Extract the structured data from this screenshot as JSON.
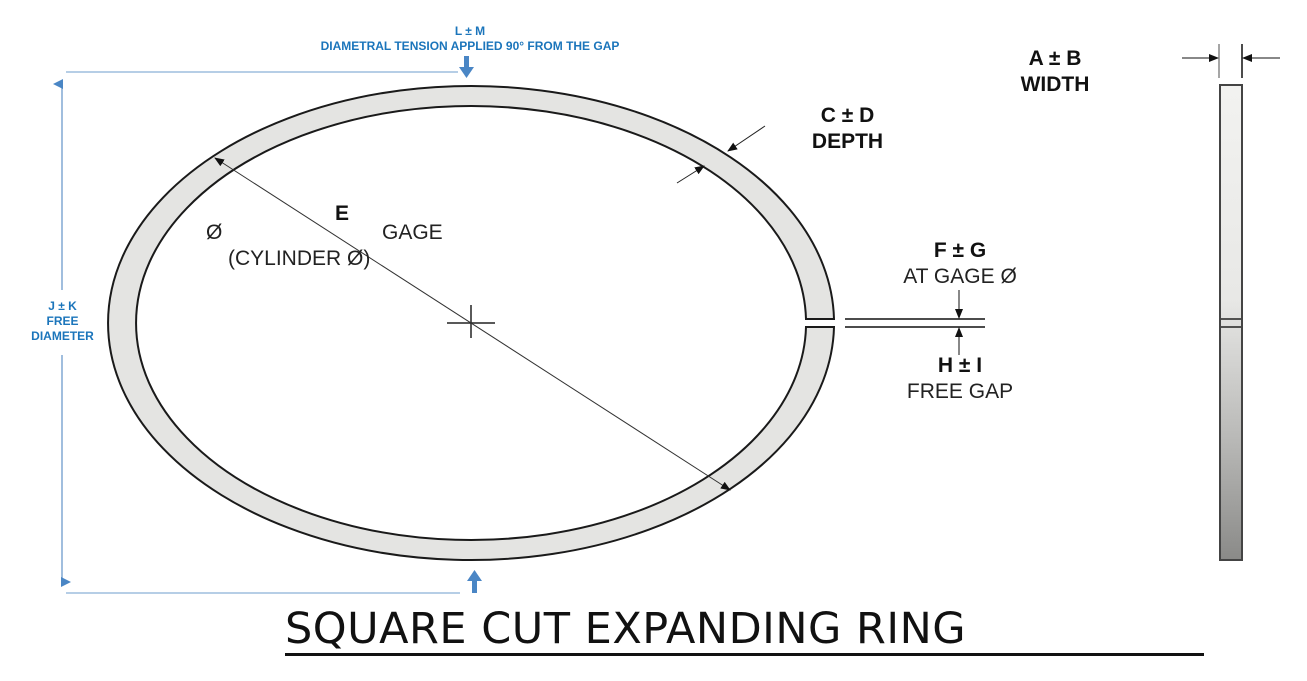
{
  "title": "SQUARE CUT EXPANDING RING",
  "labels": {
    "tension": {
      "value": "L ± M",
      "caption": "DIAMETRAL TENSION APPLIED 90° FROM THE GAP"
    },
    "free_diameter": {
      "value": "J ± K",
      "caption_1": "FREE",
      "caption_2": "DIAMETER"
    },
    "width": {
      "value": "A ± B",
      "caption": "WIDTH"
    },
    "depth": {
      "value": "C ± D",
      "caption": "DEPTH"
    },
    "gage": {
      "value": "E",
      "symbol": "Ø",
      "caption": "GAGE",
      "caption_2": "(CYLINDER Ø)"
    },
    "gap_at_gage": {
      "value": "F ± G",
      "caption": "AT GAGE Ø"
    },
    "free_gap": {
      "value": "H ± I",
      "caption": "FREE GAP"
    }
  },
  "colors": {
    "annotation_blue": "#1b75bb",
    "arrow_blue": "#4a86c5",
    "ring_fill": "#e4e4e2",
    "outline": "#1a1a1a"
  }
}
